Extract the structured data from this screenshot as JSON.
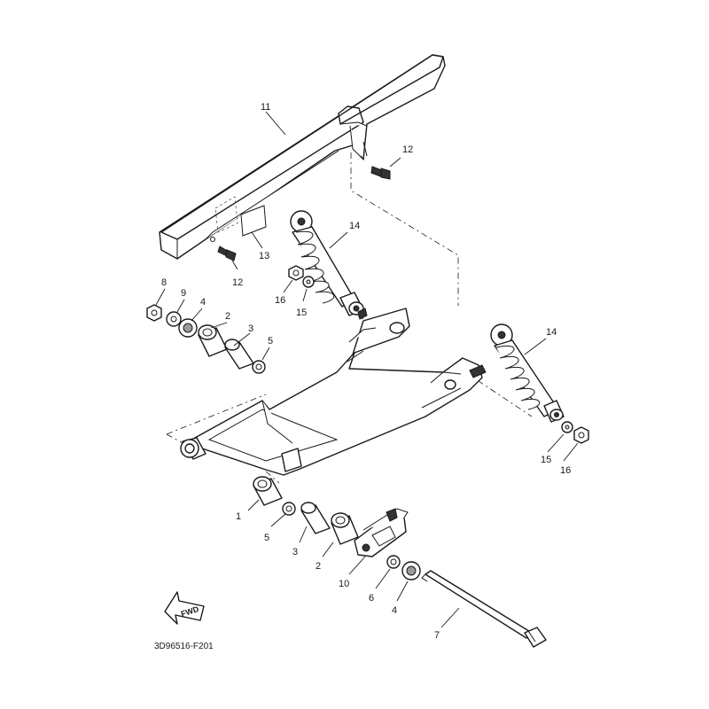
{
  "diagram": {
    "code": "3D96516-F201",
    "fwd_label": "FWD"
  },
  "callouts": {
    "c1": "1",
    "c2a": "2",
    "c2b": "2",
    "c3a": "3",
    "c3b": "3",
    "c4a": "4",
    "c4b": "4",
    "c5a": "5",
    "c5b": "5",
    "c6": "6",
    "c7": "7",
    "c8": "8",
    "c9": "9",
    "c10": "10",
    "c11": "11",
    "c12a": "12",
    "c12b": "12",
    "c13": "13",
    "c14a": "14",
    "c14b": "14",
    "c15a": "15",
    "c15b": "15",
    "c16a": "16",
    "c16b": "16"
  }
}
